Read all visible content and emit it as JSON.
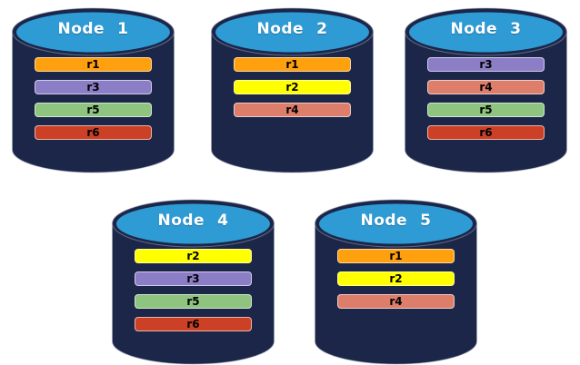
{
  "background": "#FFFFFF",
  "cylinder_colors": {
    "body": "#1B2649",
    "top": "#2E9BD5",
    "label_text": "#FFFFFF",
    "replica_text": "#000000"
  },
  "replica_colors": {
    "r1": "#FFA00E",
    "r2": "#FFFF00",
    "r3": "#8C7EC6",
    "r4": "#DD7E6B",
    "r5": "#8EC47F",
    "r6": "#CC4125"
  },
  "nodes": [
    {
      "label": "Node 1",
      "replicas": [
        "r1",
        "r3",
        "r5",
        "r6"
      ]
    },
    {
      "label": "Node 2",
      "replicas": [
        "r1",
        "r2",
        "r4"
      ]
    },
    {
      "label": "Node 3",
      "replicas": [
        "r3",
        "r4",
        "r5",
        "r6"
      ]
    },
    {
      "label": "Node 4",
      "replicas": [
        "r2",
        "r3",
        "r5",
        "r6"
      ]
    },
    {
      "label": "Node 5",
      "replicas": [
        "r1",
        "r2",
        "r4"
      ]
    }
  ]
}
